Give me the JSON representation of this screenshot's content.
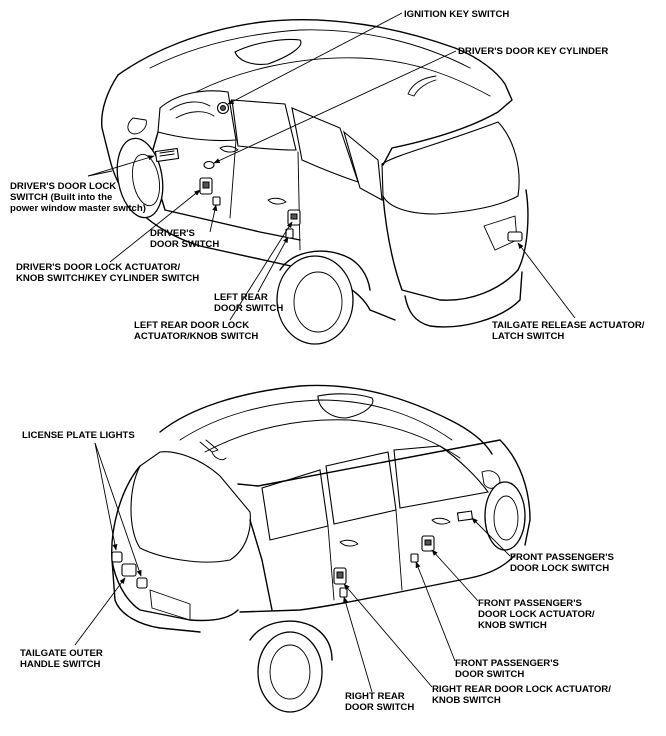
{
  "labels": {
    "ignition_key_switch": "IGNITION KEY SWITCH",
    "drivers_door_key_cylinder": "DRIVER'S DOOR KEY CYLINDER",
    "drivers_door_lock_switch_1": "DRIVER'S DOOR LOCK",
    "drivers_door_lock_switch_2": "SWITCH (Built into the",
    "drivers_door_lock_switch_3": "power window master switch)",
    "drivers_door_switch_1": "DRIVER'S",
    "drivers_door_switch_2": "DOOR SWITCH",
    "drivers_actuator_1": "DRIVER'S DOOR LOCK ACTUATOR/",
    "drivers_actuator_2": "KNOB SWITCH/KEY CYLINDER SWITCH",
    "left_rear_door_switch_1": "LEFT REAR",
    "left_rear_door_switch_2": "DOOR SWITCH",
    "left_rear_actuator_1": "LEFT REAR DOOR LOCK",
    "left_rear_actuator_2": "ACTUATOR/KNOB SWITCH",
    "tailgate_release_1": "TAILGATE RELEASE ACTUATOR/",
    "tailgate_release_2": "LATCH SWITCH",
    "license_plate_lights": "LICENSE PLATE LIGHTS",
    "tailgate_outer_1": "TAILGATE OUTER",
    "tailgate_outer_2": "HANDLE SWITCH",
    "front_pass_lock_switch_1": "FRONT PASSENGER'S",
    "front_pass_lock_switch_2": "DOOR LOCK SWITCH",
    "front_pass_actuator_1": "FRONT PASSENGER'S",
    "front_pass_actuator_2": "DOOR LOCK ACTUATOR/",
    "front_pass_actuator_3": "KNOB SWTICH",
    "front_pass_door_switch_1": "FRONT PASSENGER'S",
    "front_pass_door_switch_2": "DOOR SWITCH",
    "right_rear_door_switch_1": "RIGHT REAR",
    "right_rear_door_switch_2": "DOOR SWITCH",
    "right_rear_actuator_1": "RIGHT REAR DOOR LOCK ACTUATOR/",
    "right_rear_actuator_2": "KNOB SWITCH"
  }
}
